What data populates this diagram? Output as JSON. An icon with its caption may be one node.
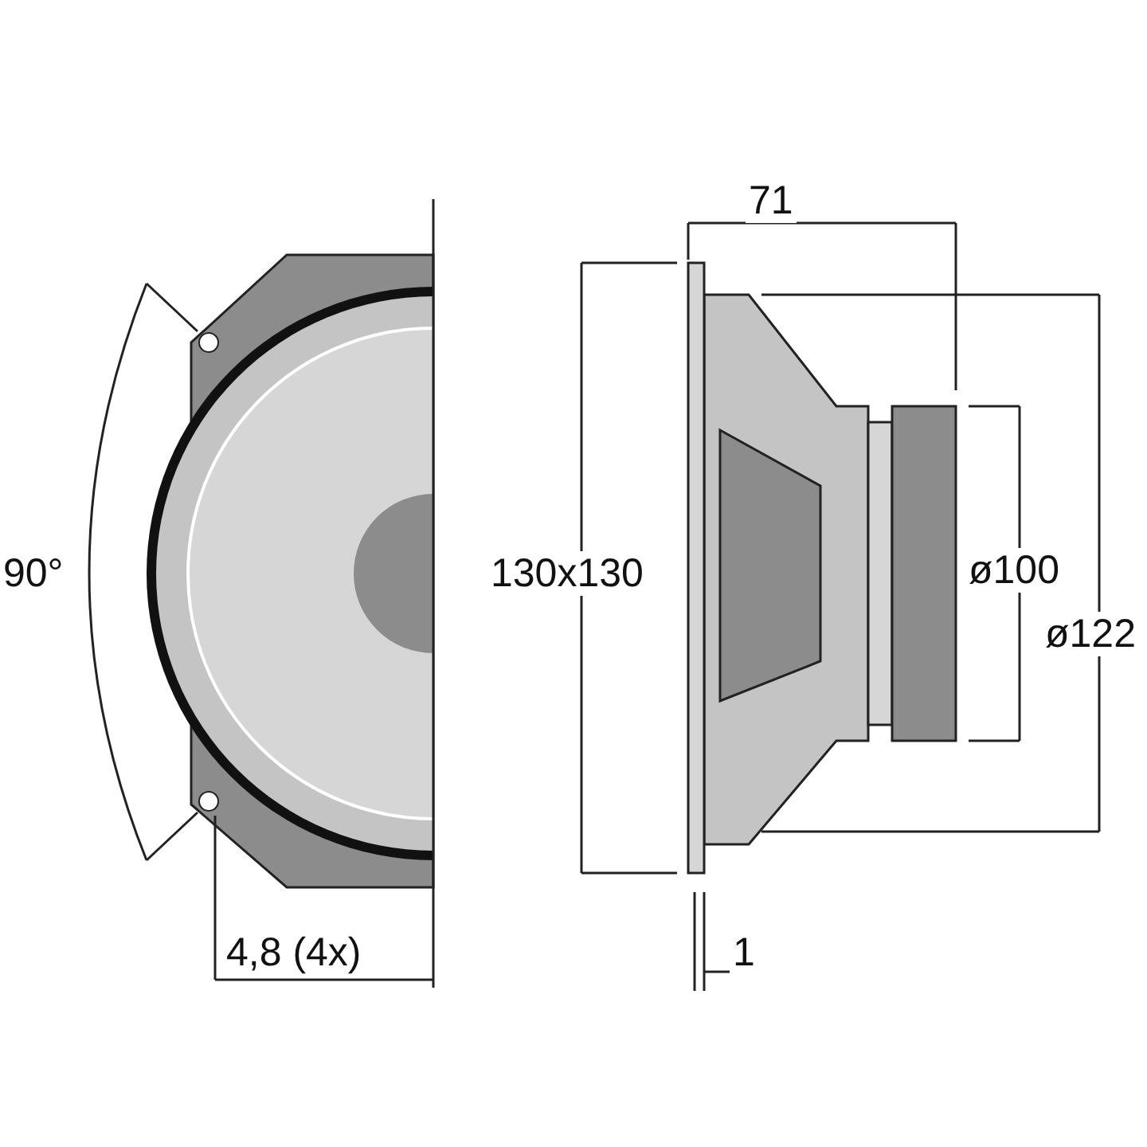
{
  "diagram": {
    "labels": [
      "90°",
      "4,8 (4x)",
      "71",
      "130x130",
      "ø100",
      "ø122",
      "1"
    ]
  }
}
